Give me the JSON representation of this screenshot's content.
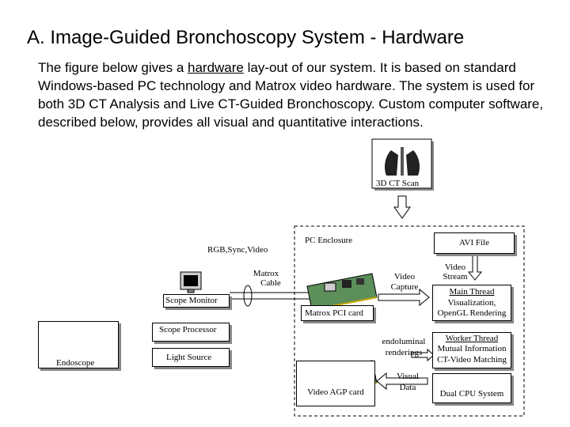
{
  "title": "A.  Image-Guided Bronchoscopy System - Hardware",
  "paragraph": {
    "pre": "The figure below gives a ",
    "underlined": "hardware",
    "post": " lay-out of our system.  It is based on standard Windows-based PC technology and Matrox video hardware.   The system is used for both 3D CT Analysis and Live CT-Guided Bronchoscopy. Custom computer software, described below, provides all visual and quantitative interactions."
  },
  "diagram": {
    "ct_scan": "3D CT Scan",
    "pc_enclosure": "PC Enclosure",
    "avi_file": "AVI File",
    "rgb_sync_video": "RGB,Sync,Video",
    "matrox_cable_1": "Matrox",
    "matrox_cable_2": "Cable",
    "scope_monitor": "Scope Monitor",
    "video_capture_1": "Video",
    "video_capture_2": "Capture",
    "video_stream_1": "Video",
    "video_stream_2": "Stream",
    "main_thread": "Main Thread",
    "main_thread_desc_1": "Visualization,",
    "main_thread_desc_2": "OpenGL Rendering",
    "matrox_pci": "Matrox PCI card",
    "scope_processor": "Scope Processor",
    "endoluminal_1": "endoluminal",
    "endoluminal_2": "renderings",
    "worker_thread": "Worker Thread",
    "worker_desc_1": "Mutual Information",
    "worker_desc_2": "CT-Video Matching",
    "endoscope": "Endoscope",
    "light_source": "Light Source",
    "visual_data_1": "Visual",
    "visual_data_2": "Data",
    "video_agp": "Video AGP card",
    "dual_cpu": "Dual CPU System"
  }
}
